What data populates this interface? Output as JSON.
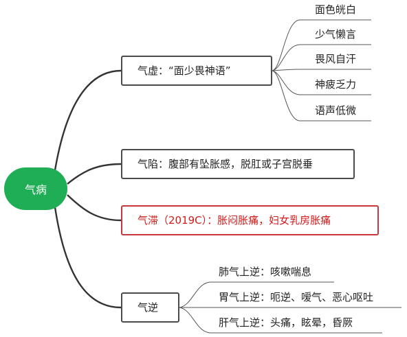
{
  "root": {
    "label": "气病"
  },
  "branches": [
    {
      "label": "气虚：“面少畏神语”",
      "highlight": false,
      "children": [
        "面色㿠白",
        "少气懒言",
        "畏风自汗",
        "神疲乏力",
        "语声低微"
      ]
    },
    {
      "label": "气陷：腹部有坠胀感，脱肛或子宫脱垂",
      "highlight": false,
      "children": []
    },
    {
      "label": "气滞（2019C）：胀闷胀痛，妇女乳房胀痛",
      "highlight": true,
      "children": []
    },
    {
      "label": "气逆",
      "highlight": false,
      "children": [
        "肺气上逆：咳嗽喘息",
        "胃气上逆：呃逆、嗳气、恶心呕吐",
        "肝气上逆：头痛，眩晕，昏厥"
      ]
    }
  ],
  "colors": {
    "root_fill": "#1fae55",
    "line": "#333333",
    "node_border": "#4a4a4a",
    "highlight_border": "#c9363b",
    "highlight_text": "#d11a1a"
  }
}
